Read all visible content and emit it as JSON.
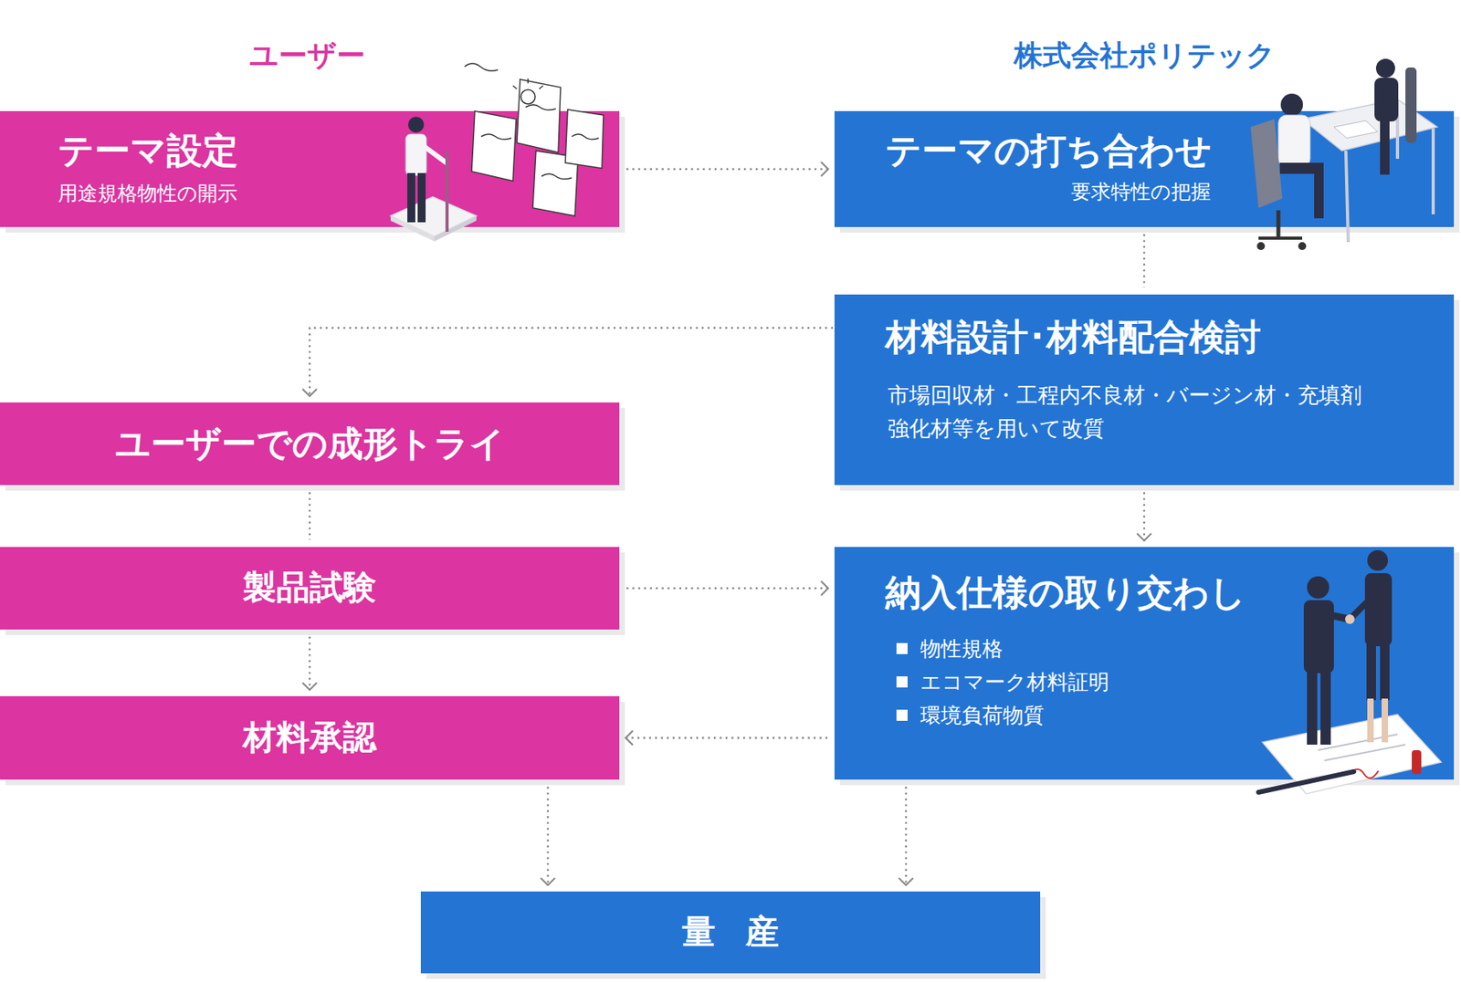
{
  "diagram": {
    "nodes": [
      {
        "text": [
          "テーマ設定",
          "用途規格物性の開示"
        ]
      },
      {
        "text": [
          "テーマの打ち合わせ",
          "要求特性の把握"
        ]
      },
      {
        "text": [
          "材料設計･材料配合検討",
          "市場回収材・工程内不良材・バージン材・充填剤 強化材等を用いて改質"
        ]
      },
      {
        "text": [
          "ユーザーでの成形トライ"
        ]
      },
      {
        "text": [
          "製品試験"
        ]
      },
      {
        "text": [
          "納入仕様の取り交わし",
          "物性規格",
          "エコマーク材料証明",
          "環境負荷物質"
        ]
      },
      {
        "text": [
          "材料承認"
        ]
      },
      {
        "text": [
          "量産"
        ]
      }
    ],
    "edges": [
      {
        "from": 0,
        "to": 1,
        "arrow": "to"
      },
      {
        "from": 1,
        "to": 2,
        "arrow": "none"
      },
      {
        "from": 2,
        "to": 3,
        "arrow": "to"
      },
      {
        "from": 3,
        "to": 4,
        "arrow": "none"
      },
      {
        "from": 4,
        "to": 5,
        "arrow": "to"
      },
      {
        "from": 4,
        "to": 6,
        "arrow": "to"
      },
      {
        "from": 2,
        "to": 5,
        "arrow": "to"
      },
      {
        "from": 5,
        "to": 6,
        "arrow": "to"
      },
      {
        "from": 6,
        "to": 7,
        "arrow": "to"
      },
      {
        "from": 5,
        "to": 7,
        "arrow": "to"
      }
    ],
    "labels": [
      "ユーザー",
      "株式会社ポリテック"
    ]
  }
}
